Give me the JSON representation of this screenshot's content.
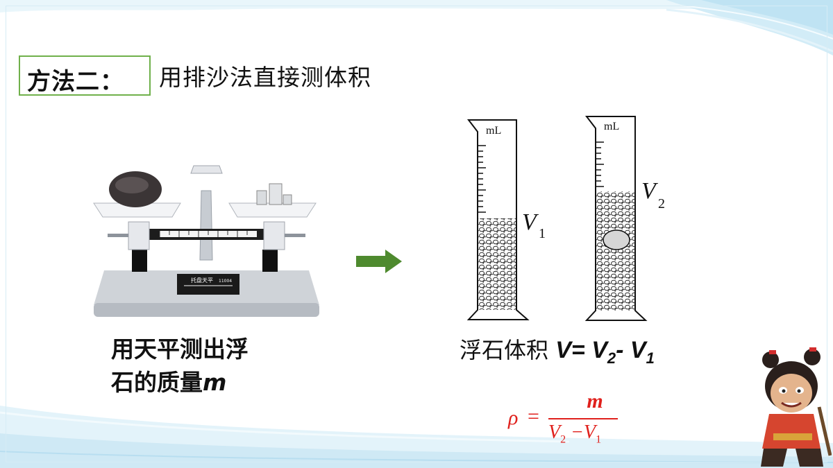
{
  "header": {
    "method_label": "方法二：",
    "title": "用排沙法直接测体积"
  },
  "balance": {
    "plate_text": "托盘天平",
    "model": "11004"
  },
  "cylinder_1": {
    "unit": "mL",
    "level_letter": "V",
    "level_index": "1"
  },
  "cylinder_2": {
    "unit": "mL",
    "level_letter": "V",
    "level_index": "2"
  },
  "caption_left": {
    "line1": "用天平测出浮",
    "line2": "石的质量",
    "variable": "m"
  },
  "caption_right": {
    "prefix": "浮石体积",
    "v": "V",
    "eq": "=",
    "v2": "V",
    "sub2": "2",
    "minus": "-",
    "v1": "V",
    "sub1": "1"
  },
  "density_formula": {
    "rho": "ρ",
    "eq": "=",
    "numerator": "m",
    "den_v2": "V",
    "den_sub2": "2",
    "den_minus": " −",
    "den_v1": "V",
    "den_sub1": "1",
    "color": "#e0201c"
  },
  "colors": {
    "accent_green": "#6fb04a",
    "arrow_green": "#4e8a2e",
    "deco_blue": "#bfe3f3"
  }
}
